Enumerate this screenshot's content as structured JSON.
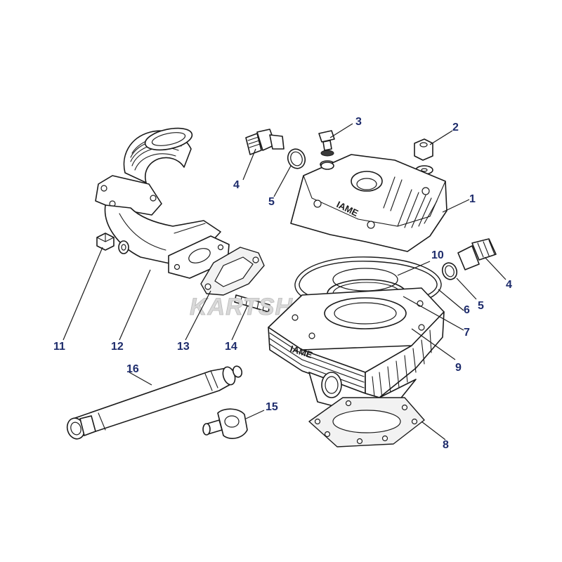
{
  "diagram": {
    "brand_marks": [
      "IAME",
      "IAME"
    ],
    "watermark": "KARTSHOP",
    "callouts": [
      {
        "id": "c1",
        "label": "1"
      },
      {
        "id": "c2",
        "label": "2"
      },
      {
        "id": "c3",
        "label": "3"
      },
      {
        "id": "c4a",
        "label": "4"
      },
      {
        "id": "c4b",
        "label": "4"
      },
      {
        "id": "c5a",
        "label": "5"
      },
      {
        "id": "c5b",
        "label": "5"
      },
      {
        "id": "c6",
        "label": "6"
      },
      {
        "id": "c7",
        "label": "7"
      },
      {
        "id": "c8",
        "label": "8"
      },
      {
        "id": "c9",
        "label": "9"
      },
      {
        "id": "c10",
        "label": "10"
      },
      {
        "id": "c11",
        "label": "11"
      },
      {
        "id": "c12",
        "label": "12"
      },
      {
        "id": "c13",
        "label": "13"
      },
      {
        "id": "c14",
        "label": "14"
      },
      {
        "id": "c15",
        "label": "15"
      },
      {
        "id": "c16",
        "label": "16"
      }
    ],
    "colors": {
      "callout_text": "#1d2b6b",
      "line": "#1a1a1a",
      "watermark": "#d9d9d9"
    }
  }
}
